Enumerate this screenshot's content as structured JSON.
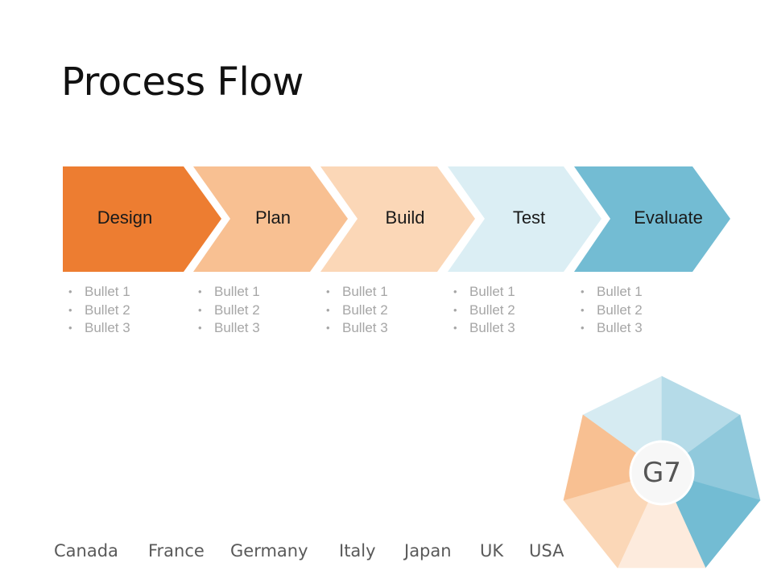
{
  "slide": {
    "title": "Process Flow"
  },
  "steps": [
    {
      "label": "Design",
      "color": "#ed7d31",
      "bullets": [
        "Bullet 1",
        "Bullet 2",
        "Bullet 3"
      ]
    },
    {
      "label": "Plan",
      "color": "#f8c092",
      "bullets": [
        "Bullet 1",
        "Bullet 2",
        "Bullet 3"
      ]
    },
    {
      "label": "Build",
      "color": "#fbd7b7",
      "bullets": [
        "Bullet 1",
        "Bullet 2",
        "Bullet 3"
      ]
    },
    {
      "label": "Test",
      "color": "#dbeef4",
      "bullets": [
        "Bullet 1",
        "Bullet 2",
        "Bullet 3"
      ]
    },
    {
      "label": "Evaluate",
      "color": "#73bcd3",
      "bullets": [
        "Bullet 1",
        "Bullet 2",
        "Bullet 3"
      ]
    }
  ],
  "g7": {
    "label": "G7",
    "segment_colors": [
      "#d6ebf2",
      "#b5dbe8",
      "#90c9dc",
      "#73bcd3",
      "#fdebdd",
      "#fbd7b7",
      "#f8c092"
    ]
  },
  "countries": [
    "Canada",
    "France",
    "Germany",
    "Italy",
    "Japan",
    "UK",
    "USA"
  ]
}
